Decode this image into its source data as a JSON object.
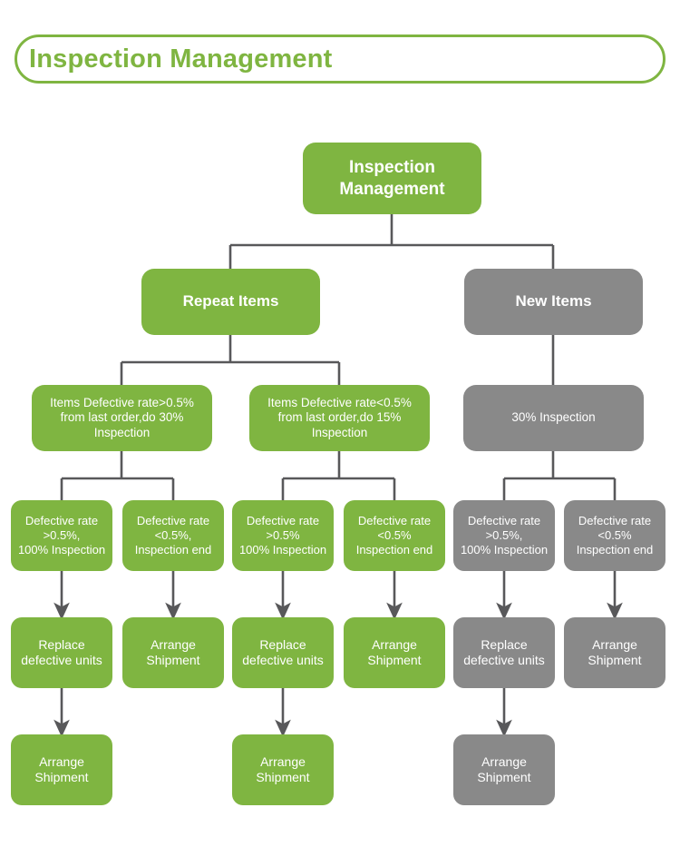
{
  "header": {
    "title": "Inspection Management"
  },
  "colors": {
    "green": "#7FB541",
    "gray": "#898989",
    "connector": "#58585A",
    "background": "#FFFFFF"
  },
  "chart_data": {
    "type": "diagram",
    "title": "Inspection Management",
    "nodes": [
      {
        "id": "root",
        "label": "Inspection Management",
        "lines": [
          "Inspection",
          "Management"
        ],
        "color": "green",
        "level": 1
      },
      {
        "id": "repeat",
        "label": "Repeat Items",
        "lines": [
          "Repeat Items"
        ],
        "color": "green",
        "level": 2
      },
      {
        "id": "new",
        "label": "New Items",
        "lines": [
          "New Items"
        ],
        "color": "gray",
        "level": 2
      },
      {
        "id": "r-hi",
        "label": "Items Defective rate>0.5% from last order,do 30% Inspection",
        "lines": [
          "Items Defective rate>0.5%",
          "from last order,do 30%",
          "Inspection"
        ],
        "color": "green",
        "level": 3
      },
      {
        "id": "r-lo",
        "label": "Items Defective rate<0.5% from last order,do 15% Inspection",
        "lines": [
          "Items Defective rate<0.5%",
          "from last order,do 15%",
          "Inspection"
        ],
        "color": "green",
        "level": 3
      },
      {
        "id": "n-30",
        "label": "30% Inspection",
        "lines": [
          "30% Inspection"
        ],
        "color": "gray",
        "level": 3
      },
      {
        "id": "c1",
        "label": "Defective rate >0.5%, 100% Inspection",
        "lines": [
          "Defective rate",
          ">0.5%,",
          "100% Inspection"
        ],
        "color": "green",
        "level": 4
      },
      {
        "id": "c2",
        "label": "Defective rate <0.5%, Inspection end",
        "lines": [
          "Defective rate",
          "<0.5%,",
          "Inspection end"
        ],
        "color": "green",
        "level": 4
      },
      {
        "id": "c3",
        "label": "Defective rate >0.5% 100% Inspection",
        "lines": [
          "Defective rate",
          ">0.5%",
          "100% Inspection"
        ],
        "color": "green",
        "level": 4
      },
      {
        "id": "c4",
        "label": "Defective rate <0.5% Inspection end",
        "lines": [
          "Defective rate",
          "<0.5%",
          "Inspection end"
        ],
        "color": "green",
        "level": 4
      },
      {
        "id": "c5",
        "label": "Defective rate >0.5%, 100% Inspection",
        "lines": [
          "Defective rate",
          ">0.5%,",
          "100% Inspection"
        ],
        "color": "gray",
        "level": 4
      },
      {
        "id": "c6",
        "label": "Defective rate <0.5% Inspection end",
        "lines": [
          "Defective rate",
          "<0.5%",
          "Inspection end"
        ],
        "color": "gray",
        "level": 4
      },
      {
        "id": "a1",
        "label": "Replace defective units",
        "lines": [
          "Replace",
          "defective units"
        ],
        "color": "green",
        "level": 5
      },
      {
        "id": "a2",
        "label": "Arrange Shipment",
        "lines": [
          "Arrange",
          "Shipment"
        ],
        "color": "green",
        "level": 5
      },
      {
        "id": "a3",
        "label": "Replace defective units",
        "lines": [
          "Replace",
          "defective units"
        ],
        "color": "green",
        "level": 5
      },
      {
        "id": "a4",
        "label": "Arrange Shipment",
        "lines": [
          "Arrange",
          "Shipment"
        ],
        "color": "green",
        "level": 5
      },
      {
        "id": "a5",
        "label": "Replace defective units",
        "lines": [
          "Replace",
          "defective units"
        ],
        "color": "gray",
        "level": 5
      },
      {
        "id": "a6",
        "label": "Arrange Shipment",
        "lines": [
          "Arrange",
          "Shipment"
        ],
        "color": "gray",
        "level": 5
      },
      {
        "id": "s1",
        "label": "Arrange Shipment",
        "lines": [
          "Arrange",
          "Shipment"
        ],
        "color": "green",
        "level": 6
      },
      {
        "id": "s2",
        "label": "Arrange Shipment",
        "lines": [
          "Arrange",
          "Shipment"
        ],
        "color": "green",
        "level": 6
      },
      {
        "id": "s3",
        "label": "Arrange Shipment",
        "lines": [
          "Arrange",
          "Shipment"
        ],
        "color": "gray",
        "level": 6
      }
    ],
    "edges": [
      {
        "from": "root",
        "to": "repeat",
        "style": "elbow"
      },
      {
        "from": "root",
        "to": "new",
        "style": "elbow"
      },
      {
        "from": "repeat",
        "to": "r-hi",
        "style": "elbow"
      },
      {
        "from": "repeat",
        "to": "r-lo",
        "style": "elbow"
      },
      {
        "from": "new",
        "to": "n-30",
        "style": "straight"
      },
      {
        "from": "r-hi",
        "to": "c1",
        "style": "elbow"
      },
      {
        "from": "r-hi",
        "to": "c2",
        "style": "elbow"
      },
      {
        "from": "r-lo",
        "to": "c3",
        "style": "elbow"
      },
      {
        "from": "r-lo",
        "to": "c4",
        "style": "elbow"
      },
      {
        "from": "n-30",
        "to": "c5",
        "style": "elbow"
      },
      {
        "from": "n-30",
        "to": "c6",
        "style": "elbow"
      },
      {
        "from": "c1",
        "to": "a1",
        "style": "arrow"
      },
      {
        "from": "c2",
        "to": "a2",
        "style": "arrow"
      },
      {
        "from": "c3",
        "to": "a3",
        "style": "arrow"
      },
      {
        "from": "c4",
        "to": "a4",
        "style": "arrow"
      },
      {
        "from": "c5",
        "to": "a5",
        "style": "arrow"
      },
      {
        "from": "c6",
        "to": "a6",
        "style": "arrow"
      },
      {
        "from": "a1",
        "to": "s1",
        "style": "arrow"
      },
      {
        "from": "a3",
        "to": "s2",
        "style": "arrow"
      },
      {
        "from": "a5",
        "to": "s3",
        "style": "arrow"
      }
    ]
  }
}
